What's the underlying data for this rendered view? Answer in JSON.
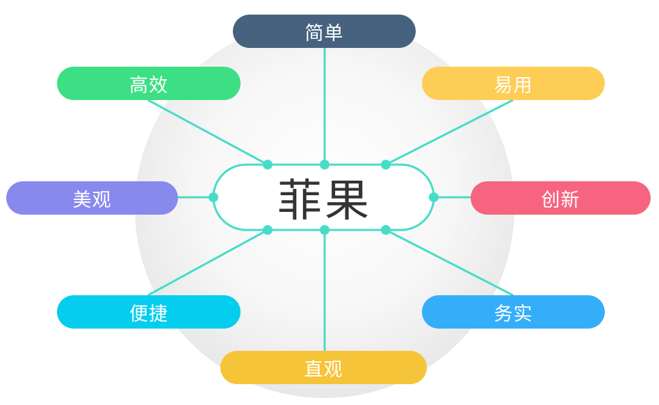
{
  "center": {
    "label": "菲果"
  },
  "colors": {
    "connector": "#48dcc8",
    "glow": "#e6e6e6"
  },
  "nodes": [
    {
      "key": "top",
      "label": "简单",
      "color": "#46627f"
    },
    {
      "key": "top-left",
      "label": "高效",
      "color": "#3ddf84"
    },
    {
      "key": "top-right",
      "label": "易用",
      "color": "#fecd56"
    },
    {
      "key": "left",
      "label": "美观",
      "color": "#8789ec"
    },
    {
      "key": "right",
      "label": "创新",
      "color": "#f6647f"
    },
    {
      "key": "bottom-left",
      "label": "便捷",
      "color": "#05cdee"
    },
    {
      "key": "bottom-right",
      "label": "务实",
      "color": "#35aefa"
    },
    {
      "key": "bottom",
      "label": "直观",
      "color": "#f6c439"
    }
  ]
}
